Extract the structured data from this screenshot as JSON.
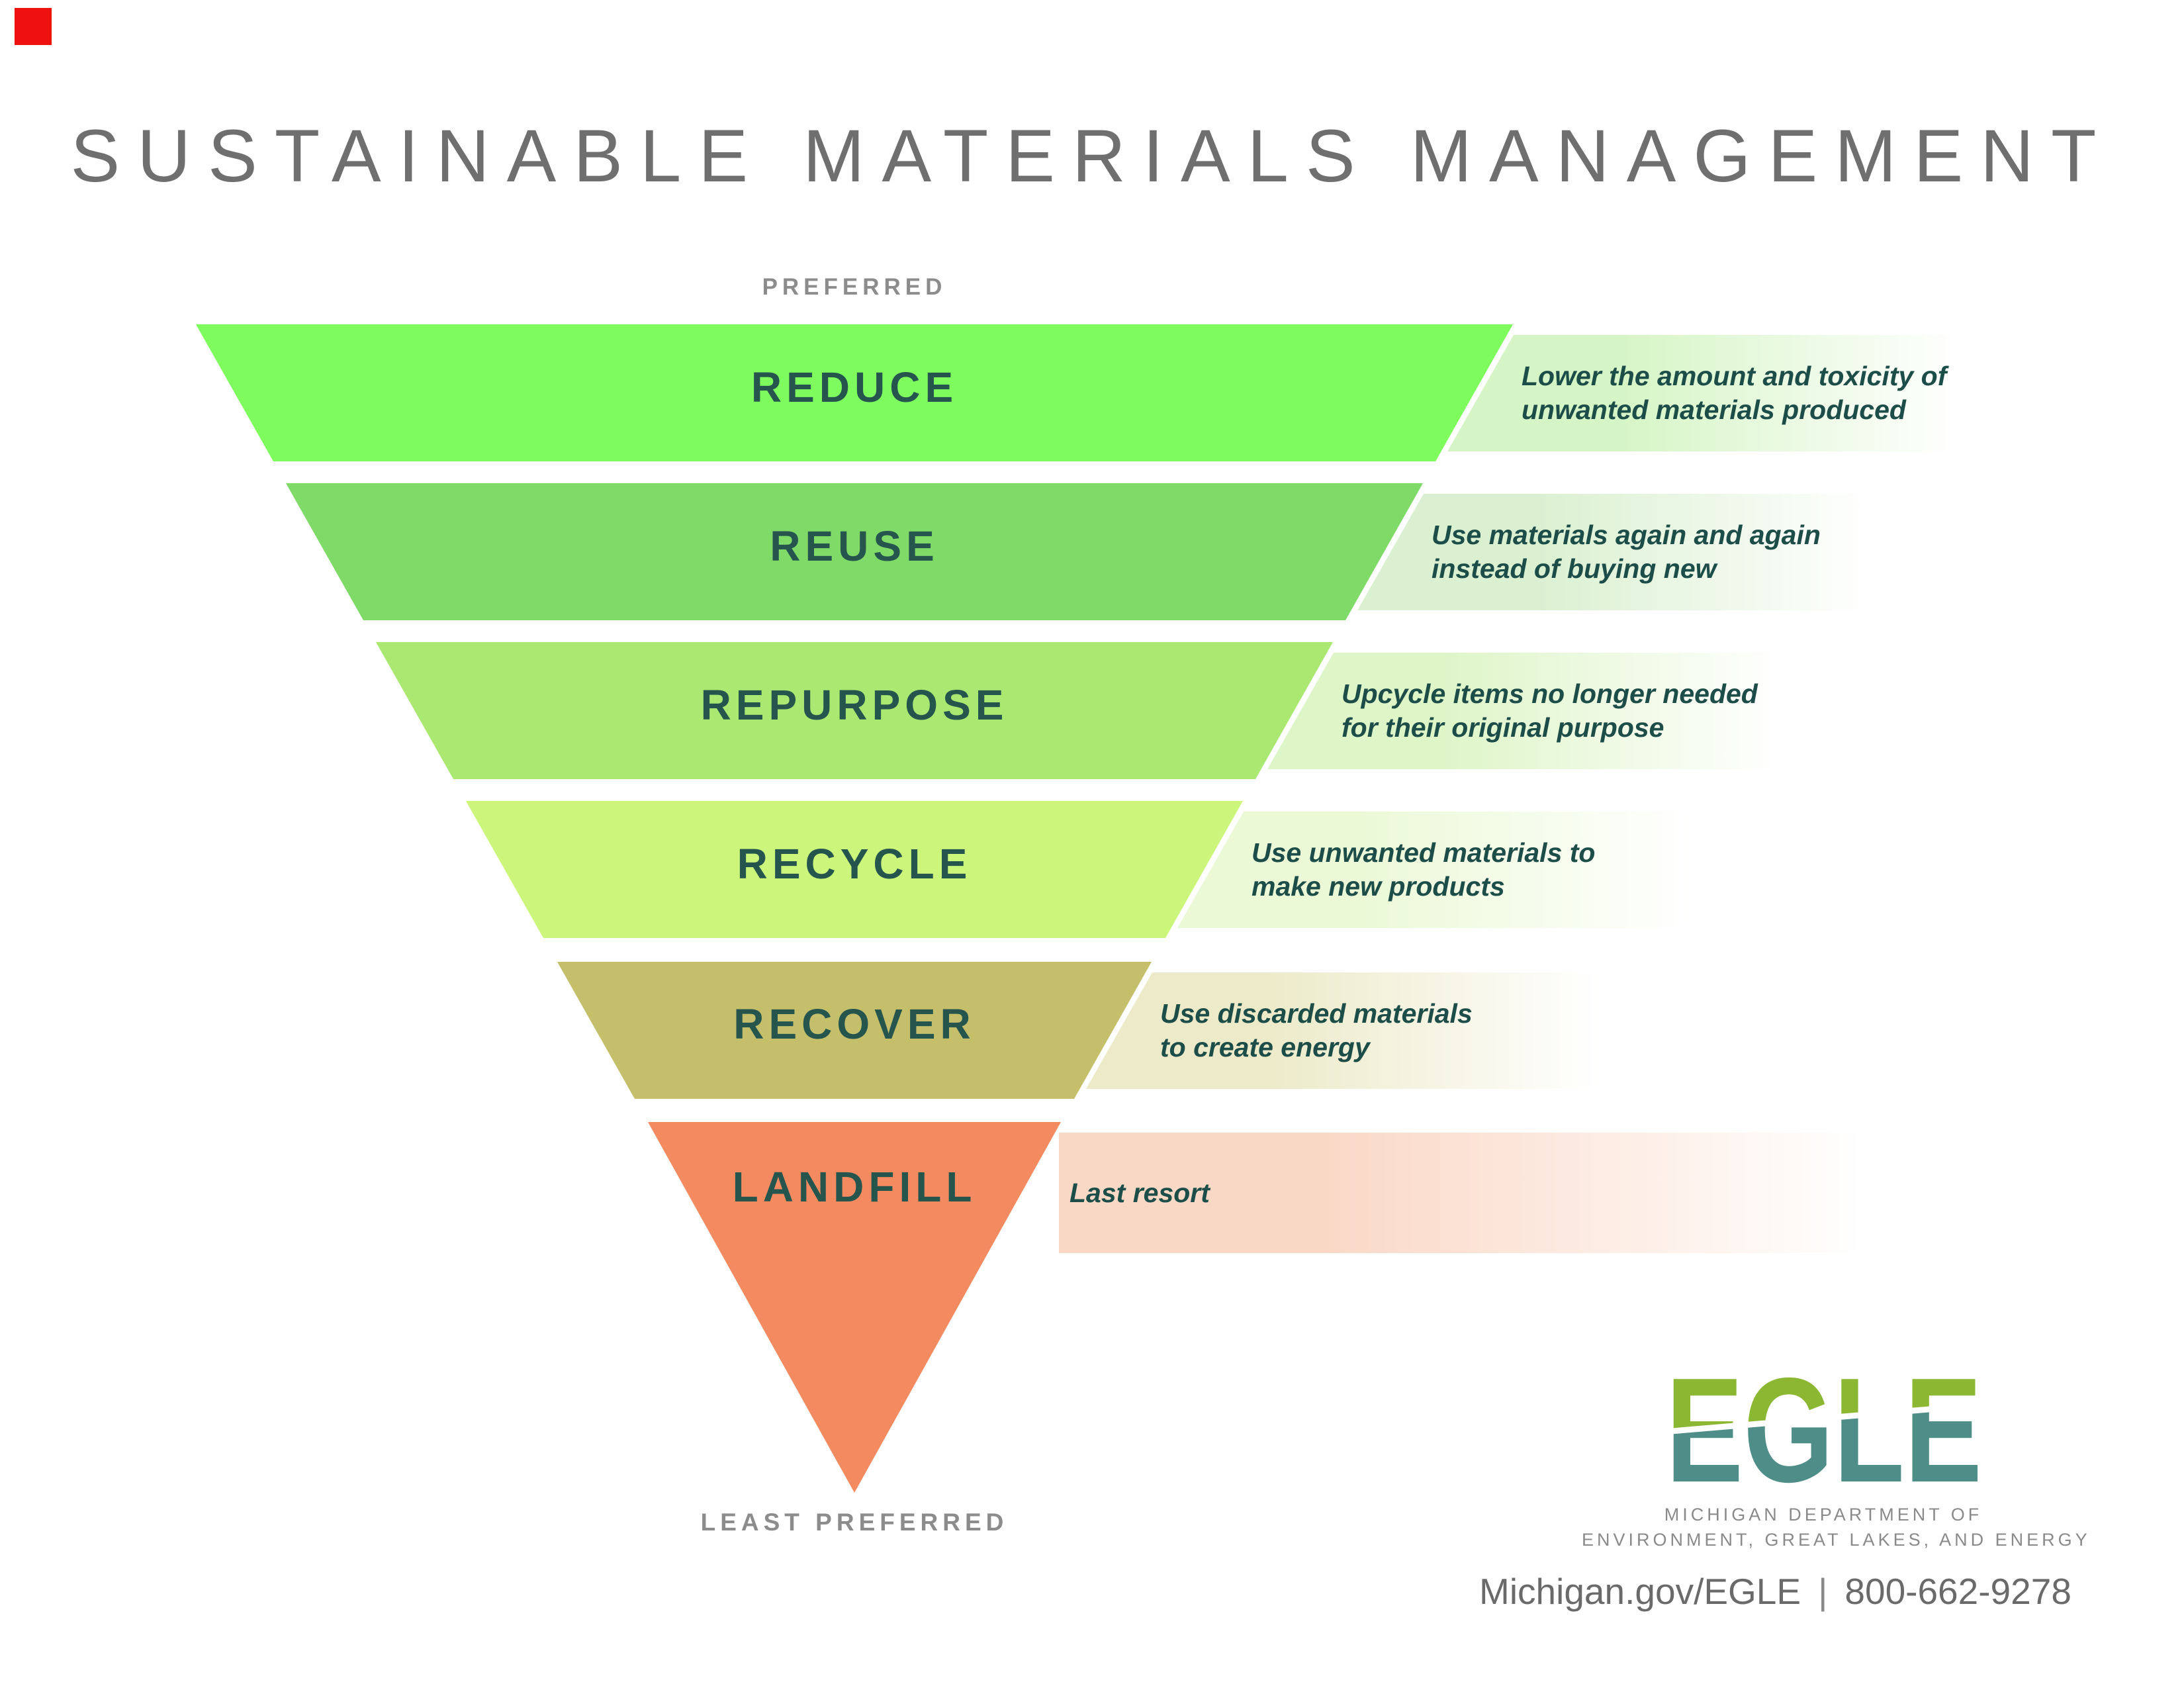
{
  "page": {
    "title": "SUSTAINABLE MATERIALS MANAGEMENT",
    "title_color": "#6f6f6f",
    "background": "#ffffff"
  },
  "marker": {
    "color": "#ef1010"
  },
  "scale": {
    "top_label": "PREFERRED",
    "bottom_label": "LEAST PREFERRED",
    "label_color": "#8c8c8c"
  },
  "funnel": {
    "label_color": "#26554e",
    "description_color": "#1d4d48",
    "levels": [
      {
        "label": "REDUCE",
        "band_color": "#7efc5e",
        "panel_color": "#d6f5c6",
        "desc_line1": "Lower the amount and toxicity of",
        "desc_line2": "unwanted materials produced"
      },
      {
        "label": "REUSE",
        "band_color": "#7fda67",
        "panel_color": "#daf0d0",
        "desc_line1": "Use materials again and again",
        "desc_line2": "instead of buying new"
      },
      {
        "label": "REPURPOSE",
        "band_color": "#aae871",
        "panel_color": "#def5c8",
        "desc_line1": "Upcycle items no longer needed",
        "desc_line2": "for their original purpose"
      },
      {
        "label": "RECYCLE",
        "band_color": "#cbf67b",
        "panel_color": "#ebf9d6",
        "desc_line1": "Use unwanted materials to",
        "desc_line2": "make new products"
      },
      {
        "label": "RECOVER",
        "band_color": "#c5bf6c",
        "panel_color": "#eceac8",
        "desc_line1": "Use discarded materials",
        "desc_line2": "to create energy"
      },
      {
        "label": "LANDFILL",
        "band_color": "#f48a60",
        "panel_color": "#fad8c6",
        "desc_line1": "Last resort",
        "desc_line2": ""
      }
    ]
  },
  "footer": {
    "logo_text": "EGLE",
    "logo_green": "#8bb733",
    "logo_teal": "#4f8d89",
    "dept_line1": "MICHIGAN DEPARTMENT OF",
    "dept_line2": "ENVIRONMENT, GREAT LAKES, AND ENERGY",
    "website": "Michigan.gov/EGLE",
    "separator": "|",
    "phone": "800-662-9278"
  }
}
